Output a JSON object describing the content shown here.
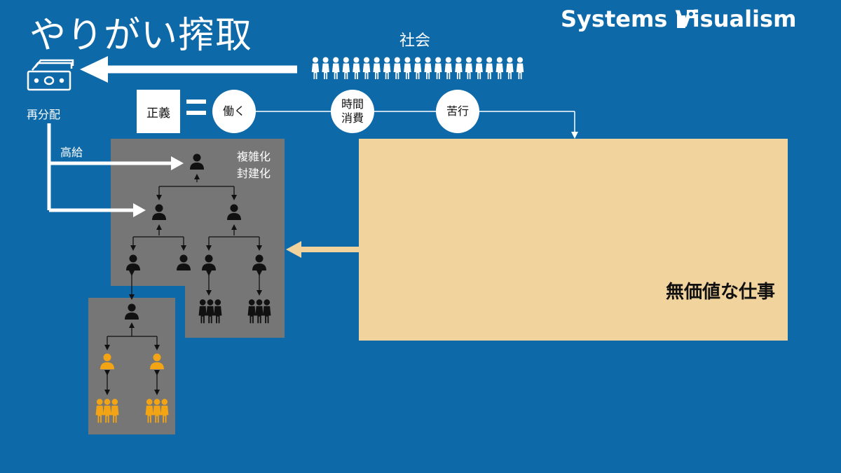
{
  "header": {
    "title": "やりがい搾取",
    "brand": "Systems Visualism"
  },
  "society": {
    "label": "社会"
  },
  "redistribution": {
    "label": "再分配",
    "high_pay_label": "高給"
  },
  "justice_chain": {
    "justice": "正義",
    "work": "働く",
    "time_line1": "時間",
    "time_line2": "消費",
    "suffering": "苦行"
  },
  "hierarchy": {
    "label_line1": "複雑化",
    "label_line2": "封建化"
  },
  "useless_work": {
    "label": "無価値な仕事"
  },
  "colors": {
    "background": "#0e69a8",
    "useless_box": "#f1d39e",
    "panel": "#767676",
    "person_black": "#111111",
    "person_orange": "#f2a414"
  },
  "icons": [
    "money-icon",
    "crowd-icon",
    "person-icon",
    "group-icon",
    "brand-logo-icon"
  ]
}
